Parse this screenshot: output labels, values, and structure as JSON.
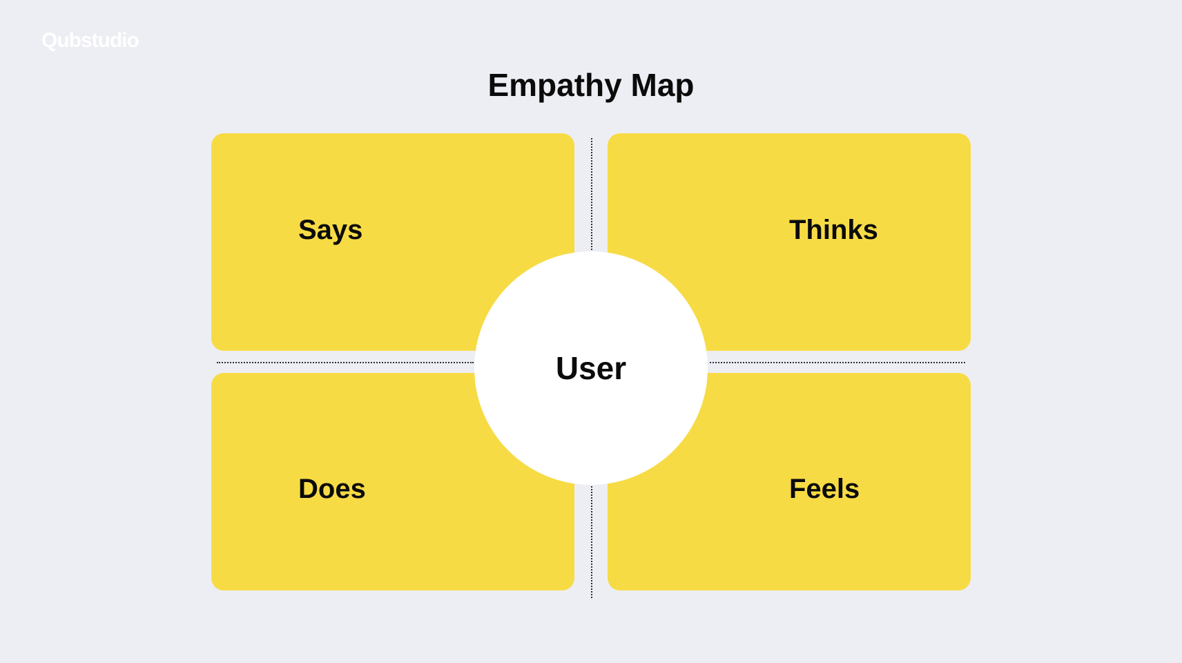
{
  "logo": {
    "text": "Qubstudio"
  },
  "title": "Empathy Map",
  "quadrants": {
    "top_left": {
      "label": "Says"
    },
    "top_right": {
      "label": "Thinks"
    },
    "bottom_left": {
      "label": "Does"
    },
    "bottom_right": {
      "label": "Feels"
    }
  },
  "center": {
    "label": "User"
  },
  "colors": {
    "background": "#EDEEF3",
    "quadrant_fill": "#F7DB45",
    "center_fill": "#FFFFFF",
    "text": "#0B0B0B",
    "logo": "#FFFFFF",
    "divider": "#2A2A35"
  }
}
